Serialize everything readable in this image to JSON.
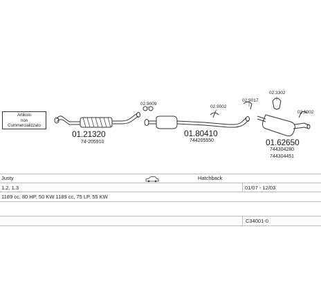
{
  "note_box": {
    "line1": "Artikolo",
    "line2": "non",
    "line3": "Commercializzato"
  },
  "parts": [
    {
      "part_no": "01.21320",
      "oem": "74-205910"
    },
    {
      "part_no": "01.80410",
      "oem": "744205550"
    },
    {
      "part_no": "01.62650",
      "oem1": "744304280",
      "oem2": "744304451"
    }
  ],
  "fittings": [
    {
      "label": "02.9009"
    },
    {
      "label": "02.9002"
    },
    {
      "label": "02.9017"
    },
    {
      "label": "02.3302"
    },
    {
      "label": "02.9002"
    }
  ],
  "info": {
    "model": "Justy",
    "body_type": "Hatchback",
    "engine_size": "1.2, 1.3",
    "date_range": "01/07 - 12/03",
    "power": "1189 cc, 80 HP, 50 KW 1189 cc, 75 LP, 55 KW",
    "code": "C34001-0"
  },
  "icons": {
    "car": "hatchback-car-icon"
  }
}
